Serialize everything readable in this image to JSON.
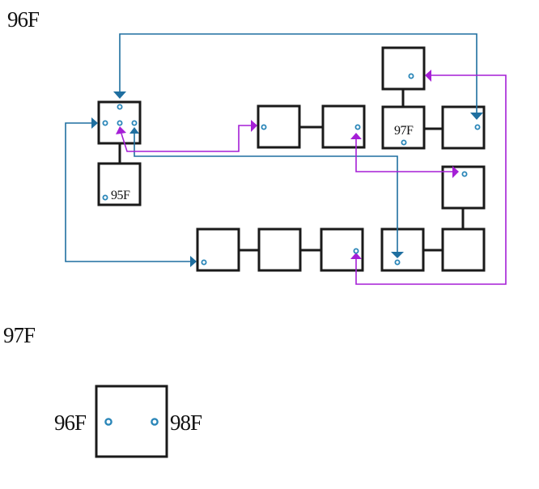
{
  "colors": {
    "blue": "#1f6fa0",
    "purple": "#a51fd6",
    "port": "#2a86b8",
    "box": "#1a1a1a"
  },
  "floor_labels": {
    "top": "96F",
    "bottom": "97F"
  },
  "top_diagram": {
    "box_labels": {
      "below_hub": "95F",
      "right_group_center": "97F"
    }
  },
  "legend_box": {
    "left_label": "96F",
    "right_label": "98F"
  }
}
